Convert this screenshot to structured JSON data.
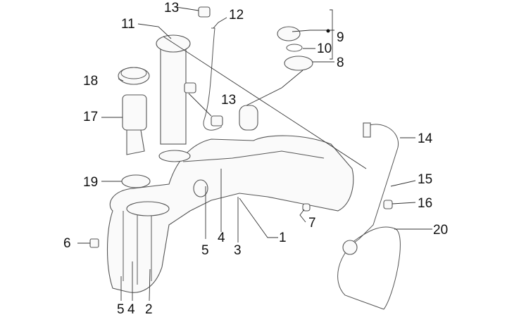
{
  "diagram": {
    "title": "Fuel tank exploded parts diagram",
    "callouts": [
      {
        "id": "c1",
        "label": "1"
      },
      {
        "id": "c2",
        "label": "2"
      },
      {
        "id": "c3",
        "label": "3"
      },
      {
        "id": "c4a",
        "label": "4"
      },
      {
        "id": "c4b",
        "label": "4"
      },
      {
        "id": "c5a",
        "label": "5"
      },
      {
        "id": "c5b",
        "label": "5"
      },
      {
        "id": "c6",
        "label": "6"
      },
      {
        "id": "c7",
        "label": "7"
      },
      {
        "id": "c8",
        "label": "8"
      },
      {
        "id": "c9",
        "label": "9"
      },
      {
        "id": "c10",
        "label": "10"
      },
      {
        "id": "c11",
        "label": "11"
      },
      {
        "id": "c12",
        "label": "12"
      },
      {
        "id": "c13a",
        "label": "13"
      },
      {
        "id": "c13b",
        "label": "13"
      },
      {
        "id": "c14",
        "label": "14"
      },
      {
        "id": "c15",
        "label": "15"
      },
      {
        "id": "c16",
        "label": "16"
      },
      {
        "id": "c17",
        "label": "17"
      },
      {
        "id": "c18",
        "label": "18"
      },
      {
        "id": "c19",
        "label": "19"
      },
      {
        "id": "c20",
        "label": "20"
      }
    ]
  }
}
